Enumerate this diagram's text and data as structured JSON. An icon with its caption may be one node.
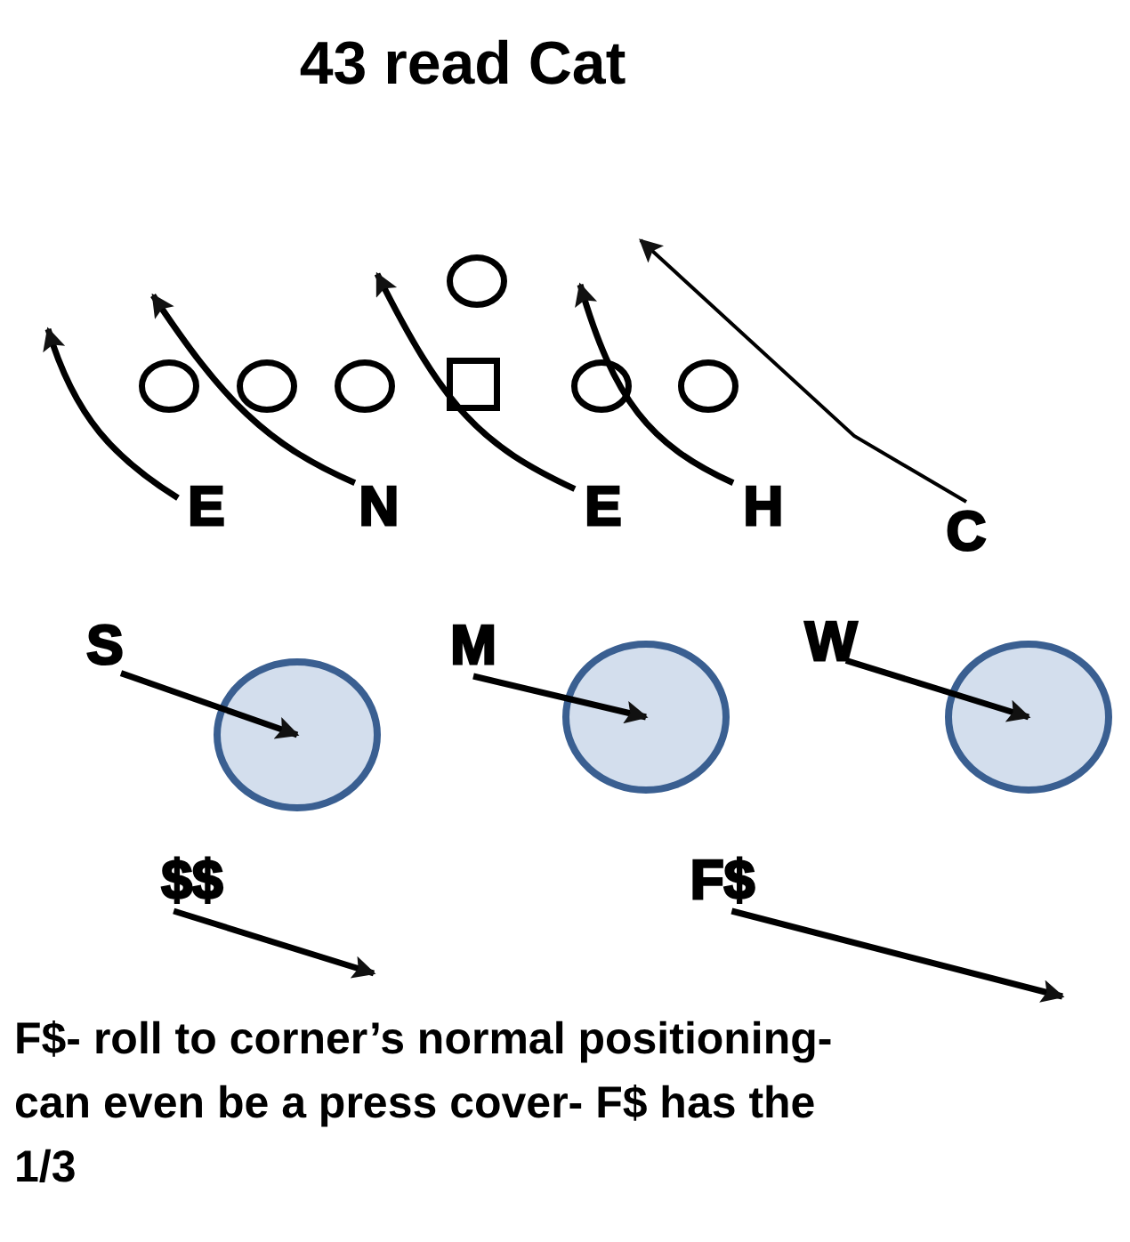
{
  "diagram": {
    "title": "43 read Cat",
    "nodes": [
      {
        "text": [],
        "shape": "circle"
      },
      {
        "text": [],
        "shape": "circle"
      },
      {
        "text": [],
        "shape": "circle"
      },
      {
        "text": [],
        "shape": "circle"
      },
      {
        "text": [],
        "shape": "box"
      },
      {
        "text": [],
        "shape": "circle"
      },
      {
        "text": [],
        "shape": "circle"
      },
      {
        "text": [
          "E"
        ]
      },
      {
        "text": [
          "N"
        ]
      },
      {
        "text": [
          "E"
        ]
      },
      {
        "text": [
          "H"
        ]
      },
      {
        "text": [
          "C"
        ]
      },
      {
        "text": [
          "S"
        ]
      },
      {
        "text": [],
        "shape": "circle"
      },
      {
        "text": [
          "M"
        ]
      },
      {
        "text": [],
        "shape": "circle"
      },
      {
        "text": [
          "W"
        ]
      },
      {
        "text": [],
        "shape": "circle"
      },
      {
        "text": [
          "$$"
        ]
      },
      {
        "text": [
          "F$"
        ]
      }
    ],
    "edges": [
      {
        "from": 7,
        "to": null,
        "arrow": "to"
      },
      {
        "from": 8,
        "to": null,
        "arrow": "to"
      },
      {
        "from": 9,
        "to": null,
        "arrow": "to"
      },
      {
        "from": 10,
        "to": null,
        "arrow": "to"
      },
      {
        "from": 11,
        "to": null,
        "arrow": "to"
      },
      {
        "from": 12,
        "to": 13,
        "arrow": "to"
      },
      {
        "from": 14,
        "to": 15,
        "arrow": "to"
      },
      {
        "from": 16,
        "to": 17,
        "arrow": "to"
      },
      {
        "from": 18,
        "to": null,
        "arrow": "to"
      },
      {
        "from": 19,
        "to": null,
        "arrow": "to"
      }
    ],
    "labels": [
      "F$- roll to corner’s normal positioning- can even be a press cover- F$ has the 1/3"
    ]
  }
}
